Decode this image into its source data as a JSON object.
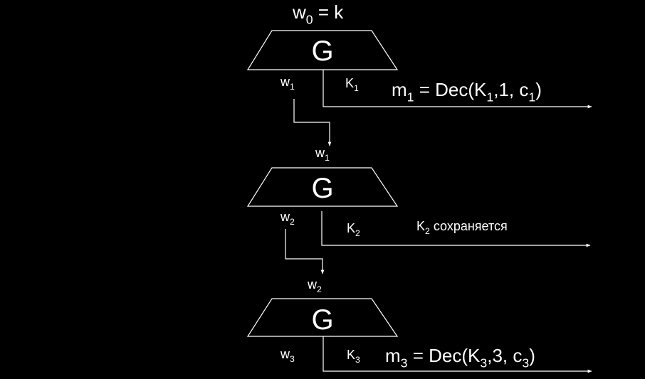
{
  "colors": {
    "background": "#000000",
    "foreground": "#ffffff"
  },
  "top": {
    "w": "w",
    "sub": "0",
    "rest": " = k"
  },
  "blocks": [
    {
      "generator": "G",
      "w_out": "w",
      "w_out_sub": "1",
      "key": "K",
      "key_sub": "1",
      "note": {
        "m": "m",
        "m_sub": "1",
        "eq": " = Dec(K",
        "k_sub": "1",
        "mid": ",1, c",
        "c_sub": "1",
        "end": ")"
      }
    },
    {
      "w_in": "w",
      "w_in_sub": "1",
      "generator": "G",
      "w_out": "w",
      "w_out_sub": "2",
      "key": "K",
      "key_sub": "2",
      "note": {
        "k": "K",
        "k_sub": "2",
        "text": " сохраняется"
      }
    },
    {
      "w_in": "w",
      "w_in_sub": "2",
      "generator": "G",
      "w_out": "w",
      "w_out_sub": "3",
      "key": "K",
      "key_sub": "3",
      "note": {
        "m": "m",
        "m_sub": "3",
        "eq": " = Dec(K",
        "k_sub": "3",
        "mid": ",3, c",
        "c_sub": "3",
        "end": ")"
      }
    }
  ]
}
